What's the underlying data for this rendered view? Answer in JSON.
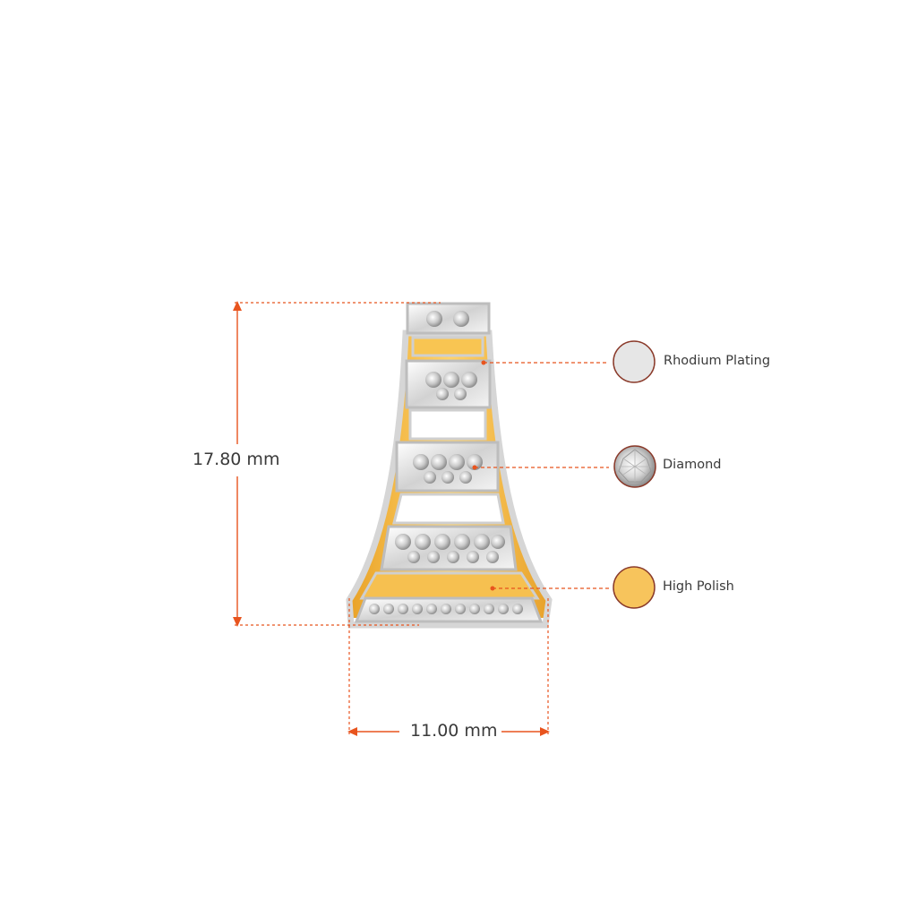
{
  "dimensions": {
    "height_label": "17.80 mm",
    "width_label": "11.00 mm"
  },
  "legend": [
    {
      "label": "Rhodium Plating",
      "icon": "rhodium-swatch-icon",
      "color": "#e6e6e6"
    },
    {
      "label": "Diamond",
      "icon": "diamond-icon",
      "color": "#d8d8d8"
    },
    {
      "label": "High Polish",
      "icon": "gold-swatch-icon",
      "color": "#f7c45c"
    }
  ],
  "colors": {
    "dimension_line": "#e8541e",
    "gold": "#f5b93c",
    "silver": "#dcdcdc"
  }
}
